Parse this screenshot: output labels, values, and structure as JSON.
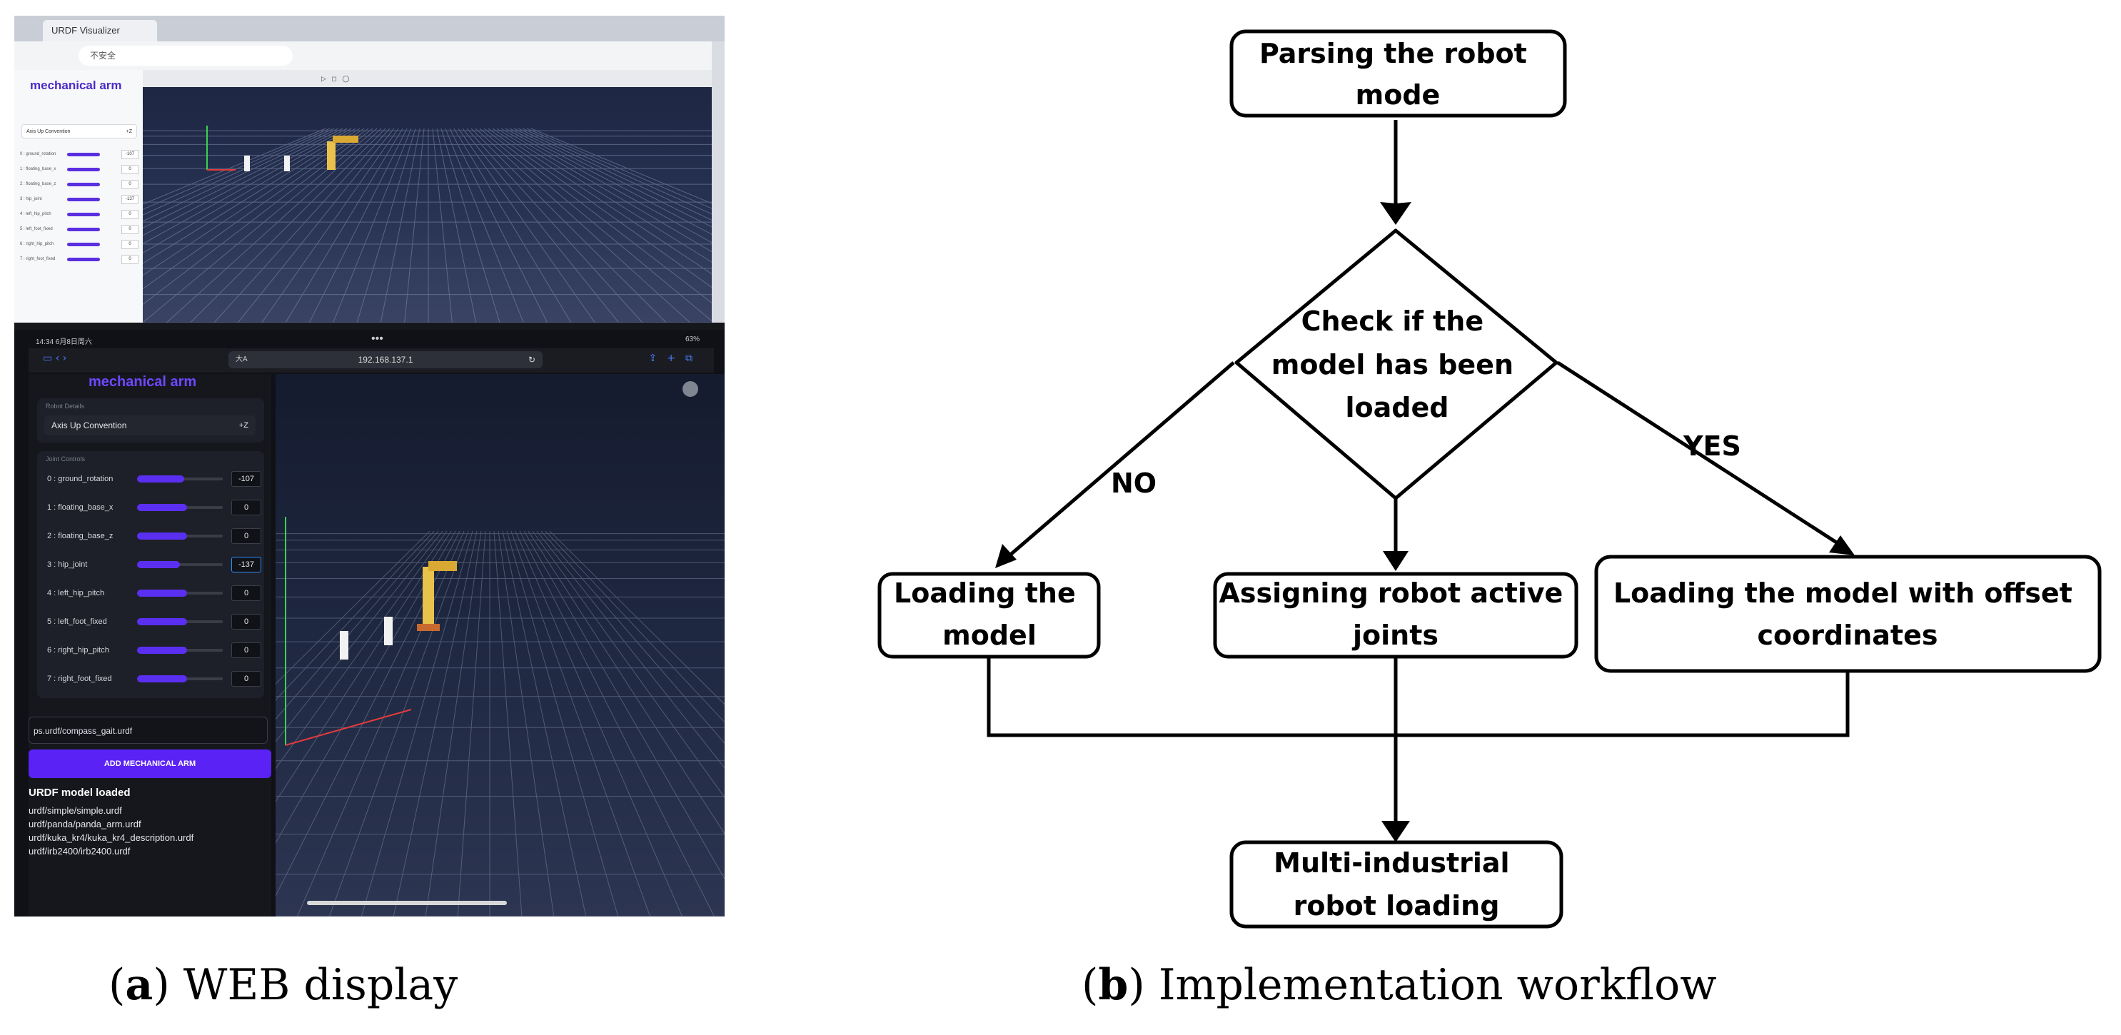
{
  "panel_a": {
    "laptop": {
      "tab_label": "URDF Visualizer",
      "url": "不安全",
      "app_title": "mechanical arm",
      "axis_convention": "Axis Up Convention",
      "axis_value": "+Z",
      "joints": [
        {
          "name": "0 : ground_rotation",
          "value": "-107"
        },
        {
          "name": "1 : floating_base_x",
          "value": "0"
        },
        {
          "name": "2 : floating_base_z",
          "value": "0"
        },
        {
          "name": "3 : hip_joint",
          "value": "-137"
        },
        {
          "name": "4 : left_hip_pitch",
          "value": "0"
        },
        {
          "name": "5 : left_foot_fixed",
          "value": "0"
        },
        {
          "name": "6 : right_hip_pitch",
          "value": "0"
        },
        {
          "name": "7 : right_foot_fixed",
          "value": "0"
        }
      ]
    },
    "tablet": {
      "time": "14:34  6月8日周六",
      "battery": "63%",
      "url": "192.168.137.1",
      "text_size": "大A",
      "app_title": "mechanical arm",
      "robot_details_label": "Robot Details",
      "axis_convention": "Axis Up Convention",
      "axis_value": "+Z",
      "joint_controls_label": "Joint Controls",
      "joints": [
        {
          "name": "0 : ground_rotation",
          "value": "-107",
          "level": 0.55
        },
        {
          "name": "1 : floating_base_x",
          "value": "0",
          "level": 0.58
        },
        {
          "name": "2 : floating_base_z",
          "value": "0",
          "level": 0.58
        },
        {
          "name": "3 : hip_joint",
          "value": "-137",
          "level": 0.5
        },
        {
          "name": "4 : left_hip_pitch",
          "value": "0",
          "level": 0.58
        },
        {
          "name": "5 : left_foot_fixed",
          "value": "0",
          "level": 0.58
        },
        {
          "name": "6 : right_hip_pitch",
          "value": "0",
          "level": 0.58
        },
        {
          "name": "7 : right_foot_fixed",
          "value": "0",
          "level": 0.58
        }
      ],
      "active_joint_index": 3,
      "path_value": "ps.urdf/compass_gait.urdf",
      "add_button_label": "ADD MECHANICAL ARM",
      "loaded_title": "URDF model loaded",
      "loaded_models": [
        "urdf/simple/simple.urdf",
        "urdf/panda/panda_arm.urdf",
        "urdf/kuka_kr4/kuka_kr4_description.urdf",
        "urdf/irb2400/irb2400.urdf"
      ]
    },
    "caption_letter": "a",
    "caption_text": "WEB display"
  },
  "panel_b": {
    "start_lines": [
      "Parsing the robot",
      "mode"
    ],
    "decision_lines": [
      "Check if the",
      "model has been",
      "loaded"
    ],
    "label_no": "NO",
    "label_yes": "YES",
    "left_lines": [
      "Loading the",
      "model"
    ],
    "middle_lines": [
      "Assigning robot active",
      "joints"
    ],
    "right_lines": [
      "Loading the model with offset",
      "coordinates"
    ],
    "end_lines": [
      "Multi-industrial",
      "robot loading"
    ],
    "caption_letter": "b",
    "caption_text": "Implementation workflow"
  }
}
